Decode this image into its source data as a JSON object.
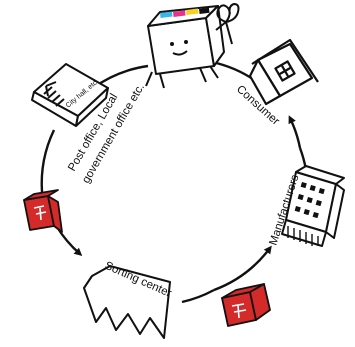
{
  "labels": {
    "city_hall": "City hall, etc.",
    "post_office_line1": "Post office, Local",
    "post_office_line2": "government office etc.",
    "sorting_center": "Sorting center",
    "manufacturers": "Manufacturers",
    "consumer": "Consumer"
  },
  "colors": {
    "ink": "#111111",
    "mail_red": "#d42a2a",
    "box_cyan": "#39b7e6",
    "box_magenta": "#e8318b",
    "box_yellow": "#f4d21f"
  },
  "icons": [
    "mail-box-character-icon",
    "city-hall-icon",
    "red-mailbox-icon",
    "sorting-center-icon",
    "factory-icon",
    "house-icon"
  ]
}
